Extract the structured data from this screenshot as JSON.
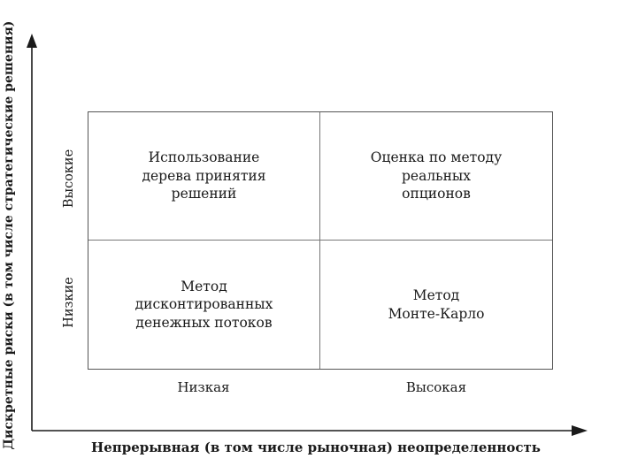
{
  "axes": {
    "y_title": "Дискретные риски (в том числе стратегические решения)",
    "x_title": "Непрерывная (в том числе рыночная) неопределенность"
  },
  "rows": {
    "high": "Высокие",
    "low": "Низкие"
  },
  "columns": {
    "low": "Низкая",
    "high": "Высокая"
  },
  "cells": {
    "top_left": [
      "Использование",
      "дерева принятия",
      "решений"
    ],
    "top_right": [
      "Оценка по методу",
      "реальных",
      "опционов"
    ],
    "bottom_left": [
      "Метод",
      "дисконтированных",
      "денежных потоков"
    ],
    "bottom_right": [
      "Метод",
      "Монте-Карло"
    ]
  },
  "colors": {
    "axis": "#1a1a1a",
    "grid_border": "#555555"
  }
}
